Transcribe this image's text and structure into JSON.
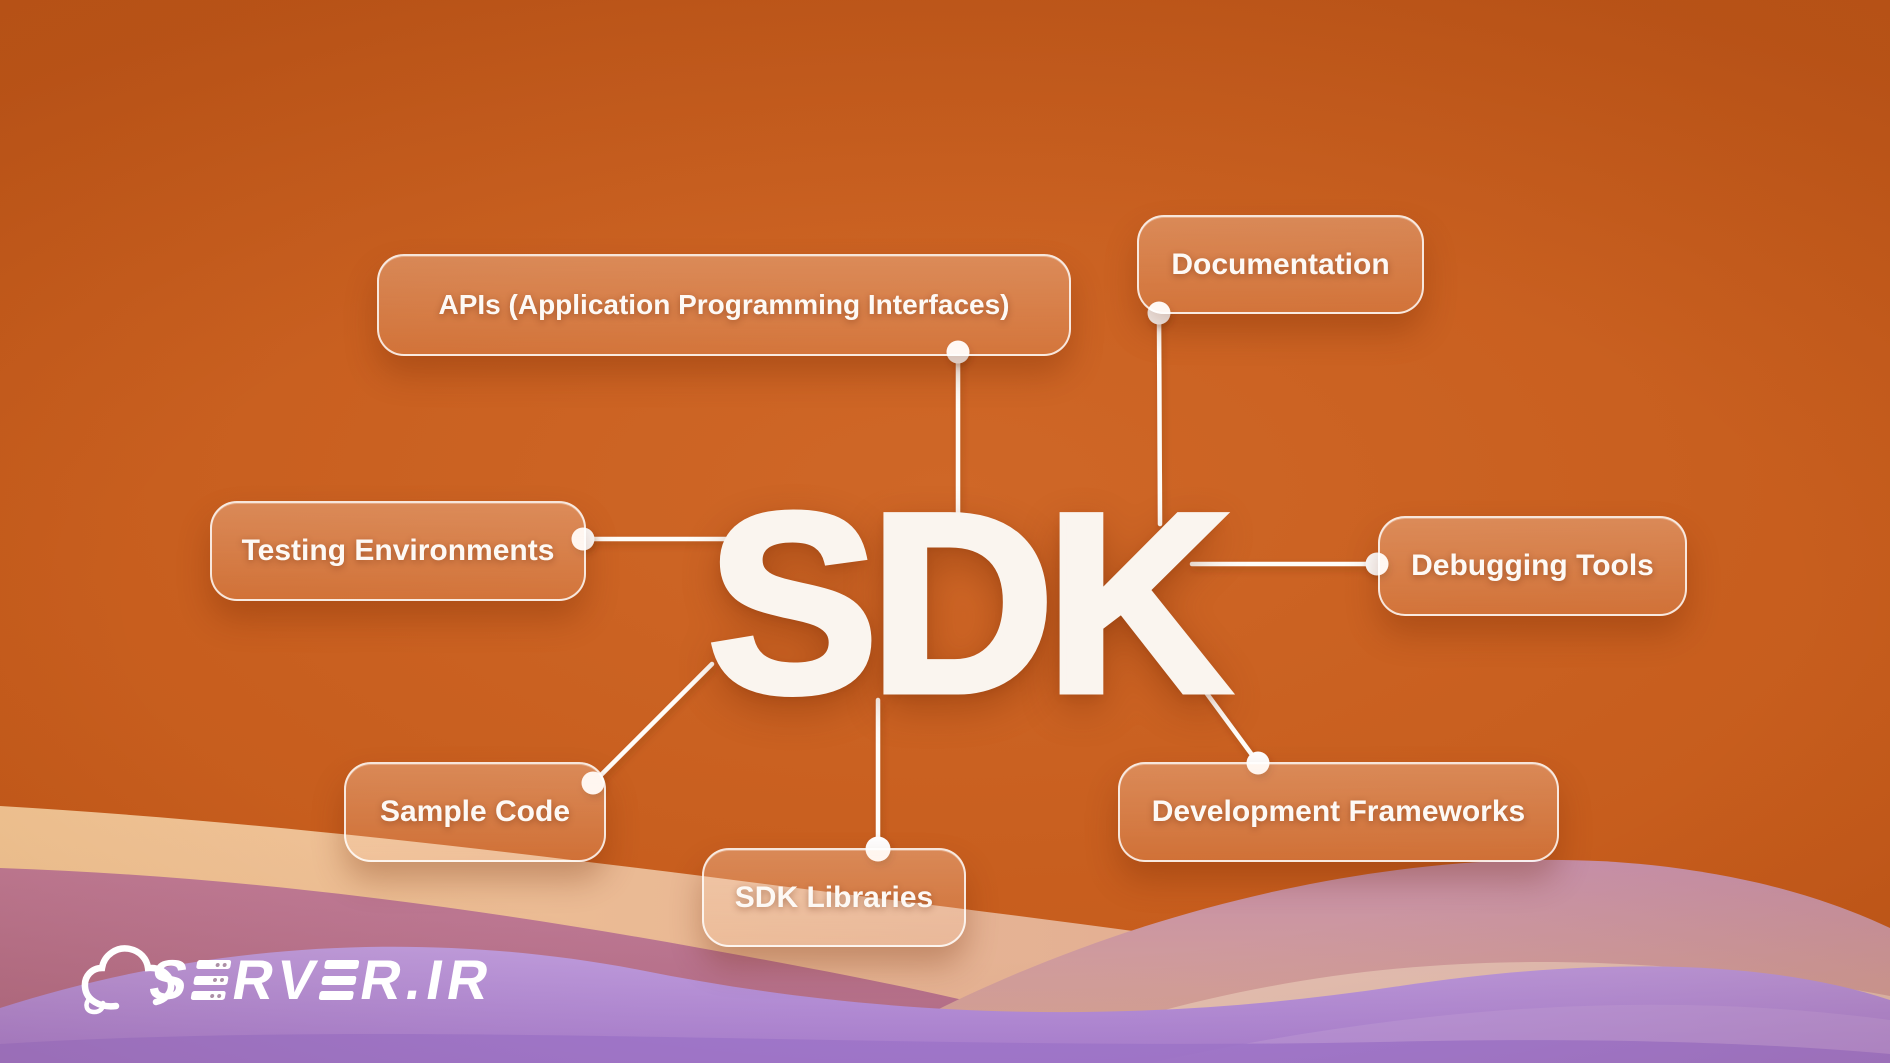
{
  "diagram": {
    "center_title": "SDK",
    "nodes": [
      {
        "id": "apis",
        "label": "APIs (Application Programming Interfaces)"
      },
      {
        "id": "documentation",
        "label": "Documentation"
      },
      {
        "id": "testing-environments",
        "label": "Testing Environments"
      },
      {
        "id": "debugging-tools",
        "label": "Debugging Tools"
      },
      {
        "id": "sample-code",
        "label": "Sample Code"
      },
      {
        "id": "sdk-libraries",
        "label": "SDK Libraries"
      },
      {
        "id": "development-frameworks",
        "label": "Development Frameworks"
      }
    ]
  },
  "branding": {
    "logo_text": "SERVER.IR",
    "logo_display": {
      "p1": "S",
      "p2": "RV",
      "p3": "R.IR"
    }
  },
  "colors": {
    "background_orange": "#c55b1b",
    "node_border_white": "rgba(255,255,255,0.82)",
    "text_white": "#fdf9f5",
    "connector_white": "#fffdf9",
    "wave_peach_light": "#f3c795",
    "wave_peach_deep": "#d9a092",
    "wave_rose_light": "#c07b96",
    "wave_rose_deep": "#b26c86",
    "wave_dome_light": "#c68fa8",
    "wave_dome_deep": "#d9a791",
    "wave_cream": "#eed3c0",
    "wave_lavender_light": "#bf9cdd",
    "wave_lavender_deep": "#a87fd3",
    "wave_purple_front": "#a078d0"
  }
}
